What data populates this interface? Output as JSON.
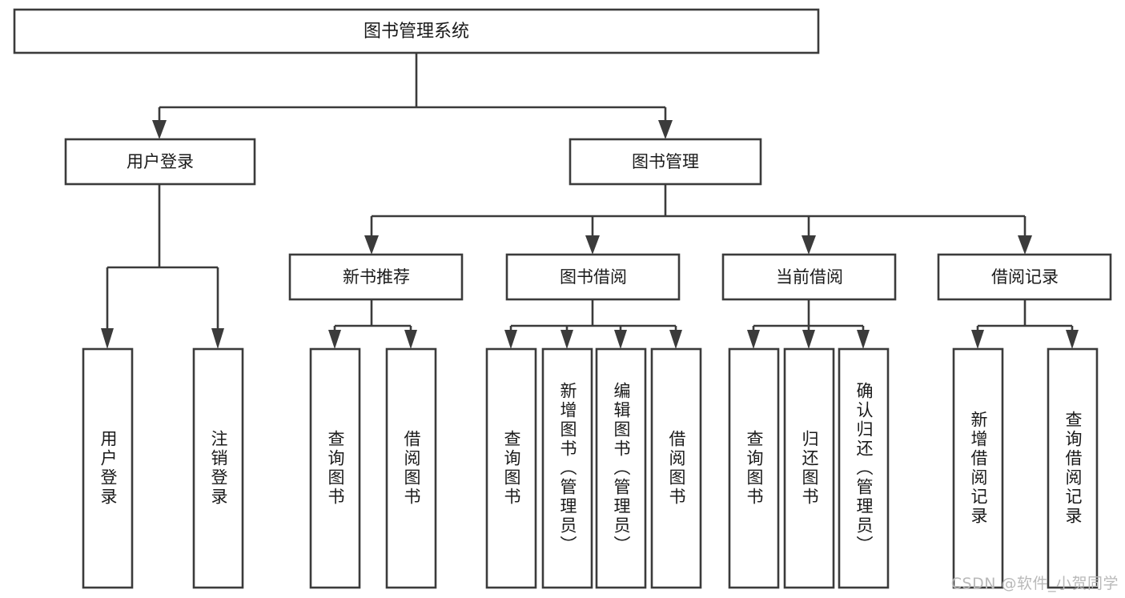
{
  "diagram": {
    "type": "tree-hierarchy",
    "title": "图书管理系统",
    "orientation": "top-down",
    "colors": {
      "box_stroke": "#3b3b3b",
      "box_fill": "#ffffff",
      "connector": "#3b3b3b",
      "text": "#1a1a1a",
      "background": "#ffffff",
      "watermark": "#b9b9b9"
    },
    "root": {
      "id": "root",
      "label": "图书管理系统",
      "orientation": "horizontal"
    },
    "level2": [
      {
        "id": "user-login",
        "label": "用户登录",
        "orientation": "horizontal"
      },
      {
        "id": "book-management",
        "label": "图书管理",
        "orientation": "horizontal"
      }
    ],
    "level3": [
      {
        "id": "new-book-recommend",
        "label": "新书推荐",
        "orientation": "horizontal",
        "parent": "book-management"
      },
      {
        "id": "book-borrow",
        "label": "图书借阅",
        "orientation": "horizontal",
        "parent": "book-management"
      },
      {
        "id": "current-borrow",
        "label": "当前借阅",
        "orientation": "horizontal",
        "parent": "book-management"
      },
      {
        "id": "borrow-record",
        "label": "借阅记录",
        "orientation": "horizontal",
        "parent": "book-management"
      }
    ],
    "leaves": [
      {
        "id": "leaf-user-login",
        "label": "用户登录",
        "parent": "user-login",
        "orientation": "vertical"
      },
      {
        "id": "leaf-logout",
        "label": "注销登录",
        "parent": "user-login",
        "orientation": "vertical"
      },
      {
        "id": "leaf-query-book-1",
        "label": "查询图书",
        "parent": "new-book-recommend",
        "orientation": "vertical"
      },
      {
        "id": "leaf-borrow-book-1",
        "label": "借阅图书",
        "parent": "new-book-recommend",
        "orientation": "vertical"
      },
      {
        "id": "leaf-query-book-2",
        "label": "查询图书",
        "parent": "book-borrow",
        "orientation": "vertical"
      },
      {
        "id": "leaf-add-book",
        "label": "新增图书（管理员）",
        "parent": "book-borrow",
        "orientation": "vertical"
      },
      {
        "id": "leaf-edit-book",
        "label": "编辑图书（管理员）",
        "parent": "book-borrow",
        "orientation": "vertical"
      },
      {
        "id": "leaf-borrow-book-2",
        "label": "借阅图书",
        "parent": "book-borrow",
        "orientation": "vertical"
      },
      {
        "id": "leaf-query-book-3",
        "label": "查询图书",
        "parent": "current-borrow",
        "orientation": "vertical"
      },
      {
        "id": "leaf-return-book",
        "label": "归还图书",
        "parent": "current-borrow",
        "orientation": "vertical"
      },
      {
        "id": "leaf-confirm-return",
        "label": "确认归还（管理员）",
        "parent": "current-borrow",
        "orientation": "vertical"
      },
      {
        "id": "leaf-add-record",
        "label": "新增借阅记录",
        "parent": "borrow-record",
        "orientation": "vertical"
      },
      {
        "id": "leaf-query-record",
        "label": "查询借阅记录",
        "parent": "borrow-record",
        "orientation": "vertical"
      }
    ]
  },
  "watermark": {
    "text": "CSDN @软件_小贺同学"
  }
}
